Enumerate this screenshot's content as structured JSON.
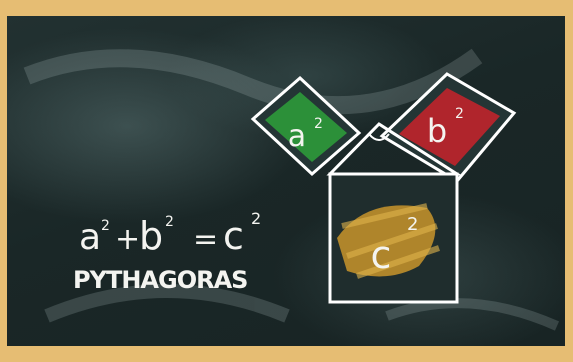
{
  "image": {
    "formula": {
      "a": "a",
      "b": "b",
      "c": "c",
      "exp": "2",
      "plus": "+",
      "equals": "="
    },
    "caption": "PYTHAGORAS",
    "squares": {
      "a_label": "a",
      "b_label": "b",
      "c_label": "c",
      "exp": "2"
    },
    "colors": {
      "board": "#1b2828",
      "frame": "#e6bd73",
      "chalk": "#f4f4f0",
      "square_a": "#2e9a3a",
      "square_b": "#c0232b",
      "square_c": "#c9952b"
    }
  }
}
